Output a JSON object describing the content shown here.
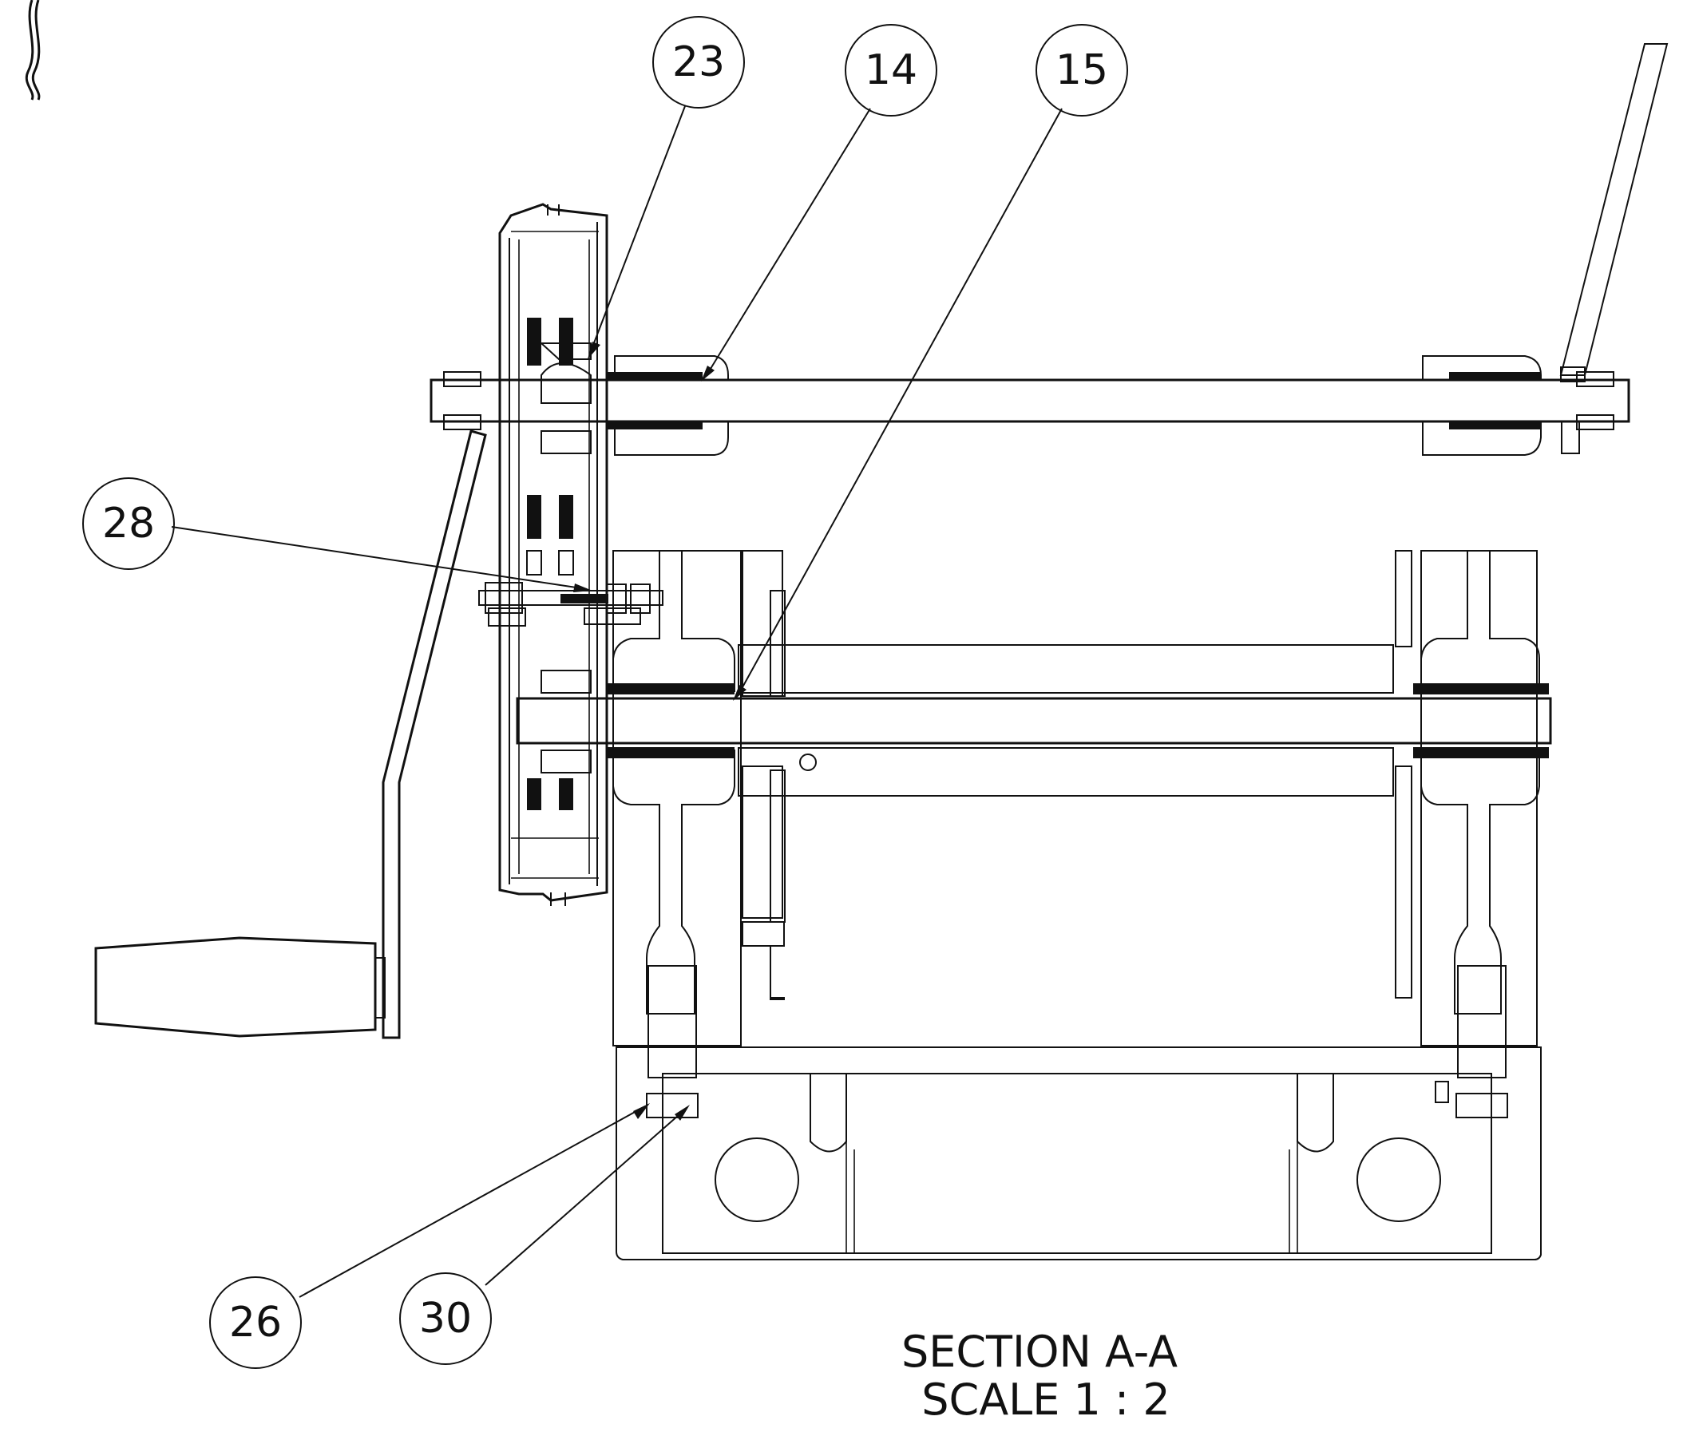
{
  "drawing": {
    "section_label": "SECTION A-A",
    "scale_label": "SCALE 1 : 2"
  },
  "balloons": [
    {
      "id": "b23",
      "label": "23"
    },
    {
      "id": "b14",
      "label": "14"
    },
    {
      "id": "b15",
      "label": "15"
    },
    {
      "id": "b28",
      "label": "28"
    },
    {
      "id": "b26",
      "label": "26"
    },
    {
      "id": "b30",
      "label": "30"
    }
  ],
  "colors": {
    "line": "#111111",
    "background": "#ffffff",
    "seal_fill": "#111111"
  }
}
